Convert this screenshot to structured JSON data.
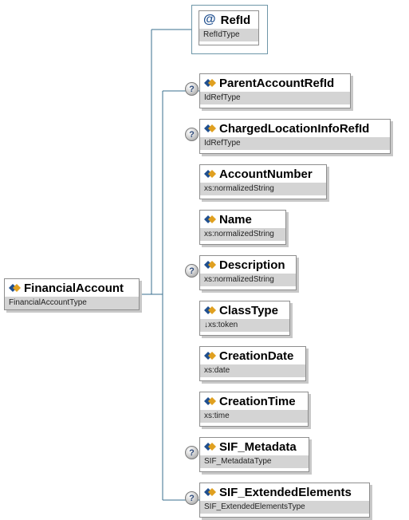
{
  "root": {
    "name": "FinancialAccount",
    "type": "FinancialAccountType"
  },
  "attribute": {
    "name": "RefId",
    "type": "RefIdType",
    "icon": "@"
  },
  "children": [
    {
      "name": "ParentAccountRefId",
      "type": "IdRefType",
      "optional": true
    },
    {
      "name": "ChargedLocationInfoRefId",
      "type": "IdRefType",
      "optional": true
    },
    {
      "name": "AccountNumber",
      "type": "xs:normalizedString",
      "optional": false
    },
    {
      "name": "Name",
      "type": "xs:normalizedString",
      "optional": false
    },
    {
      "name": "Description",
      "type": "xs:normalizedString",
      "optional": true
    },
    {
      "name": "ClassType",
      "type": "↓xs:token",
      "optional": false
    },
    {
      "name": "CreationDate",
      "type": "xs:date",
      "optional": false
    },
    {
      "name": "CreationTime",
      "type": "xs:time",
      "optional": false
    },
    {
      "name": "SIF_Metadata",
      "type": "SIF_MetadataType",
      "optional": true
    },
    {
      "name": "SIF_ExtendedElements",
      "type": "SIF_ExtendedElementsType",
      "optional": true
    }
  ],
  "optional_marker": "?",
  "colors": {
    "connector": "#3a6f8f",
    "type_bar": "#d4d4d4",
    "icon_blue": "#1f4f8f",
    "icon_gold": "#e0a020"
  }
}
